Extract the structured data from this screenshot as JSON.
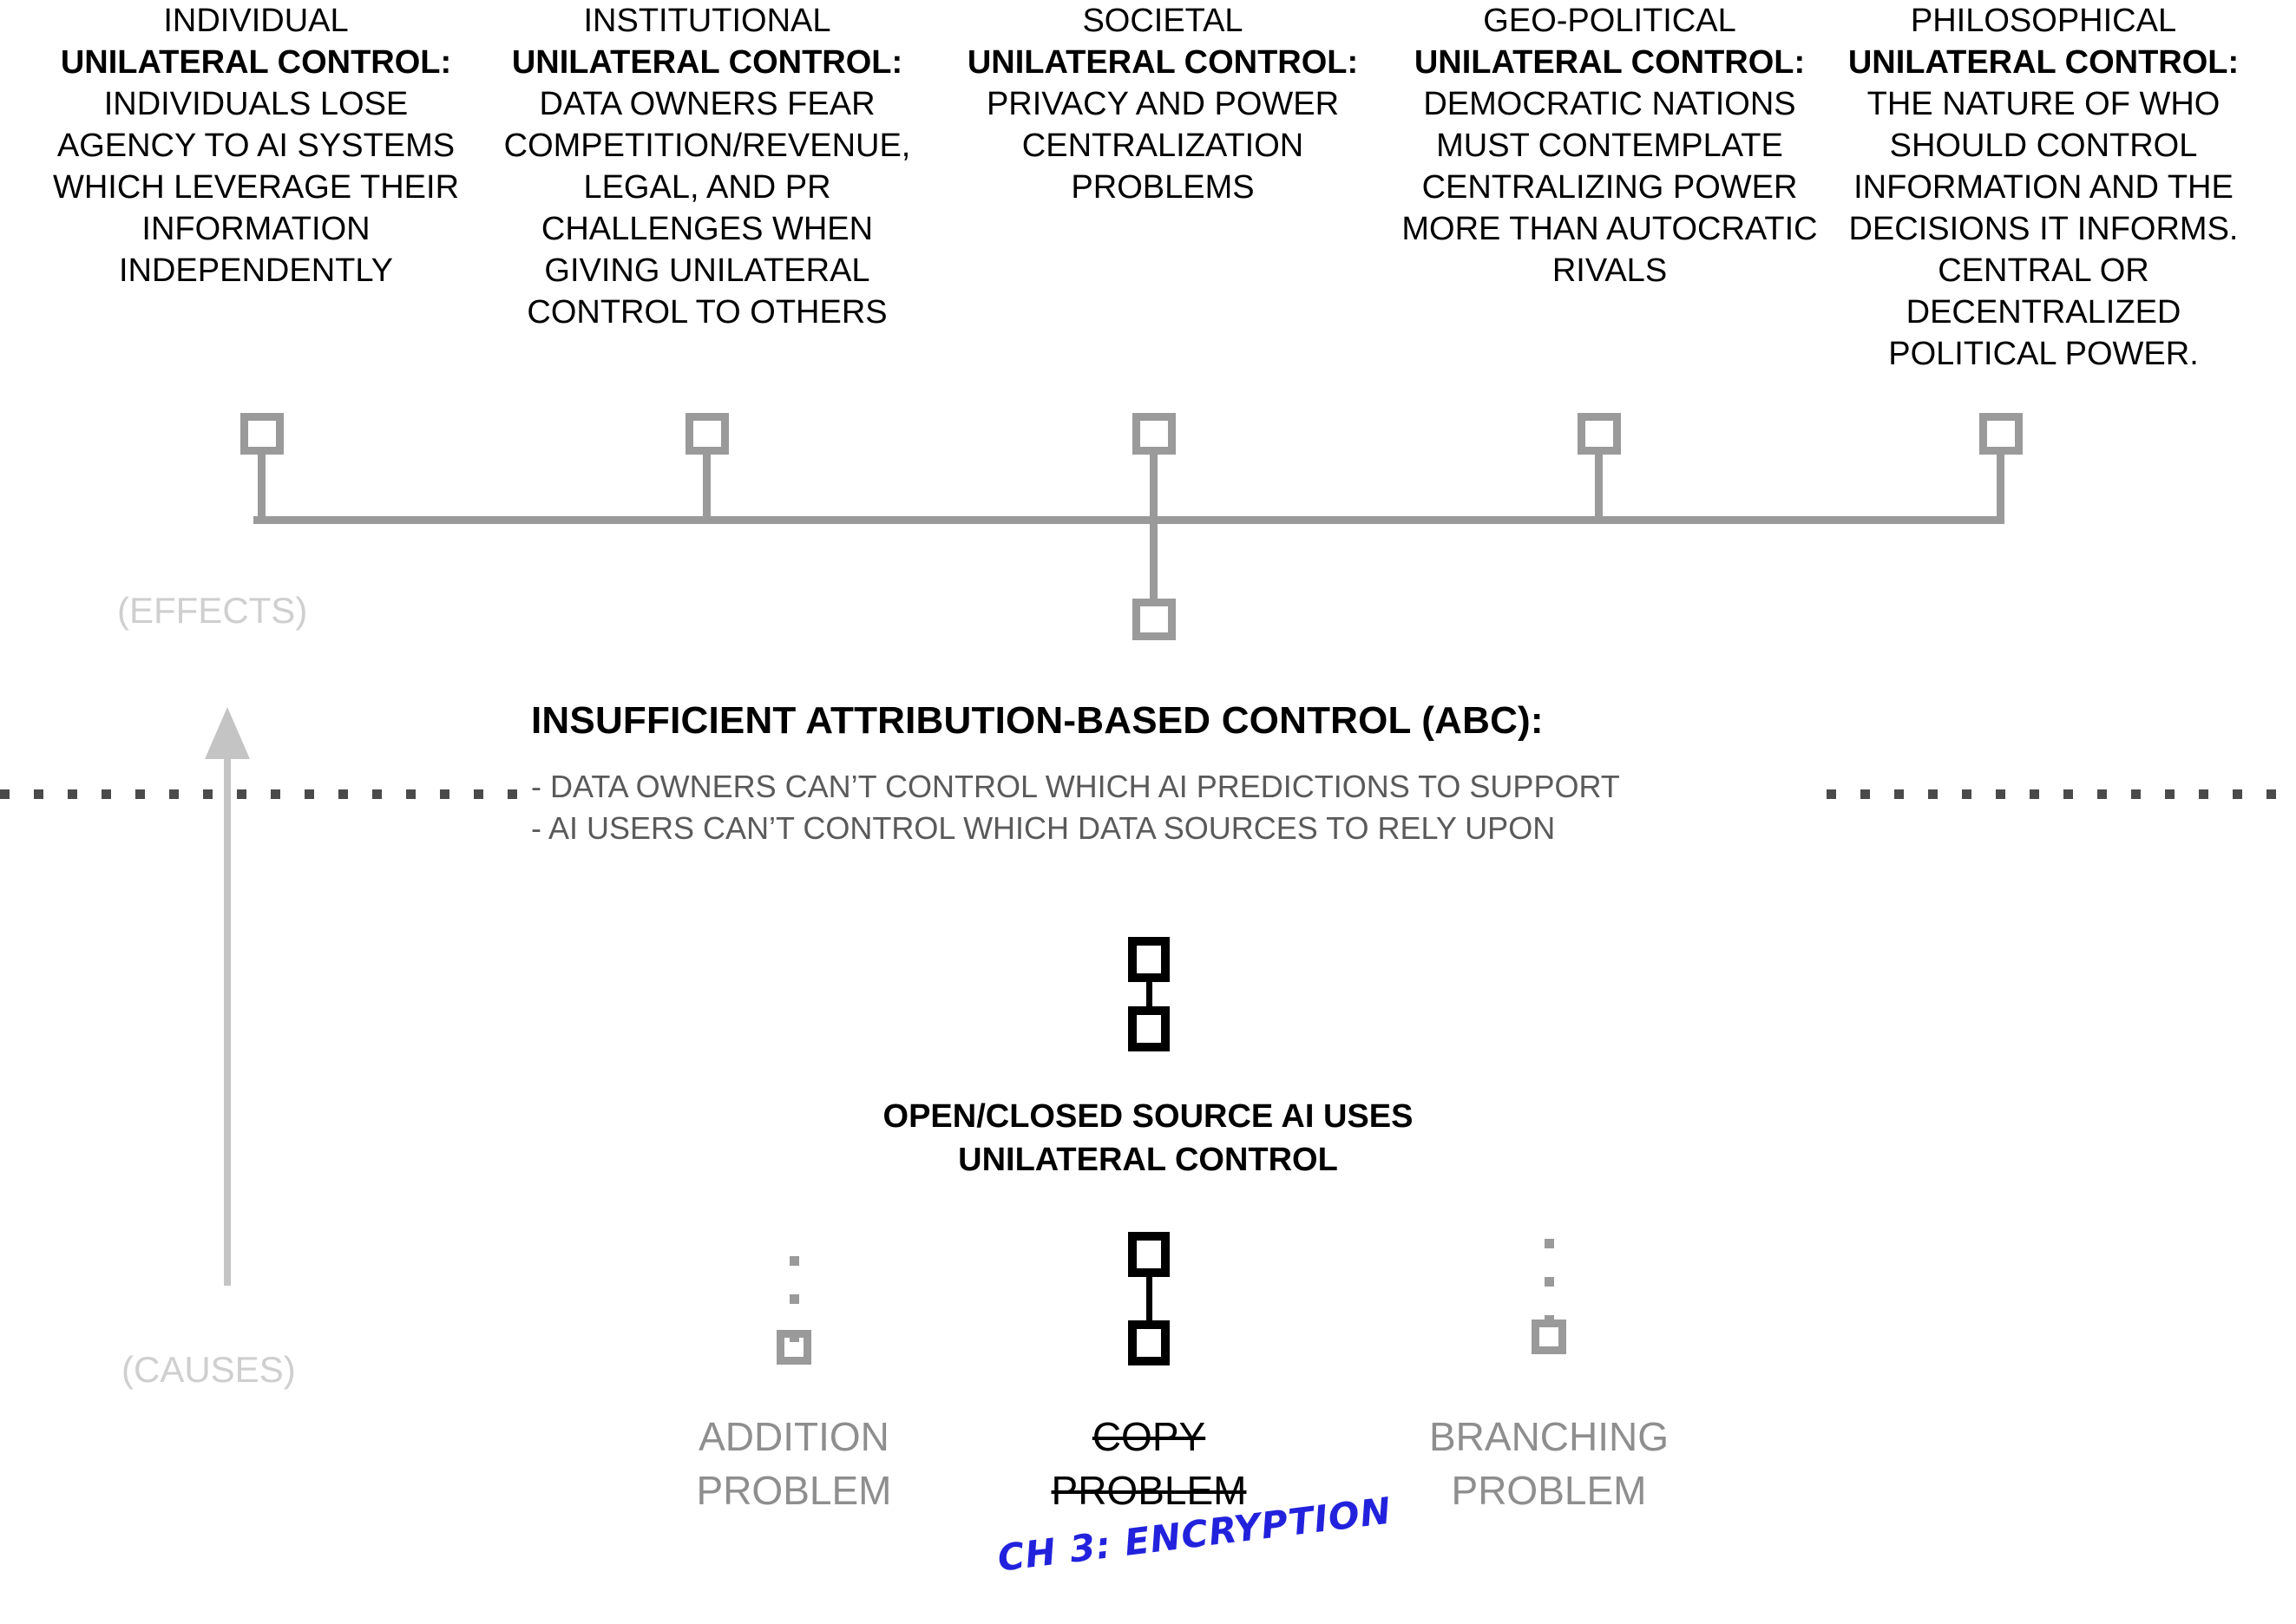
{
  "diagram": {
    "effects_axis_label": "(EFFECTS)",
    "causes_axis_label": "(CAUSES)",
    "effect_columns": [
      {
        "scope": "INDIVIDUAL",
        "heading": "UNILATERAL CONTROL:",
        "body": "INDIVIDUALS LOSE AGENCY TO AI SYSTEMS WHICH LEVERAGE THEIR INFORMATION INDEPENDENTLY"
      },
      {
        "scope": "INSTITUTIONAL",
        "heading": "UNILATERAL CONTROL:",
        "body": "DATA OWNERS FEAR COMPETITION/REVENUE, LEGAL, AND PR CHALLENGES WHEN GIVING UNILATERAL CONTROL TO OTHERS"
      },
      {
        "scope": "SOCIETAL",
        "heading": "UNILATERAL CONTROL:",
        "body": "PRIVACY AND POWER CENTRALIZATION PROBLEMS"
      },
      {
        "scope": "GEO-POLITICAL",
        "heading": "UNILATERAL CONTROL:",
        "body": "DEMOCRATIC NATIONS MUST CONTEMPLATE CENTRALIZING POWER MORE THAN AUTOCRATIC RIVALS"
      },
      {
        "scope": "PHILOSOPHICAL",
        "heading": "UNILATERAL CONTROL:",
        "body": "THE NATURE OF WHO SHOULD CONTROL INFORMATION AND THE DECISIONS IT INFORMS. CENTRAL OR DECENTRALIZED POLITICAL POWER."
      }
    ],
    "core": {
      "title": "INSUFFICIENT ATTRIBUTION-BASED CONTROL (ABC):",
      "bullets": [
        "- DATA OWNERS CAN’T CONTROL WHICH AI PREDICTIONS TO SUPPORT",
        "- AI USERS CAN’T CONTROL WHICH DATA SOURCES TO RELY UPON"
      ]
    },
    "center_caption": {
      "line1": "OPEN/CLOSED SOURCE AI USES",
      "line2": "UNILATERAL CONTROL"
    },
    "problems": [
      {
        "line1": "ADDITION",
        "line2": "PROBLEM",
        "struck": false
      },
      {
        "line1": "COPY",
        "line2": "PROBLEM",
        "struck": true
      },
      {
        "line1": "BRANCHING",
        "line2": "PROBLEM",
        "struck": false
      }
    ],
    "annotation": "CH 3: ENCRYPTION",
    "colors": {
      "connector_gray": "#9a9a9a",
      "axis_label_gray": "#cfcfcf",
      "bullet_gray": "#5a5a5a",
      "problem_gray": "#8e8e8e",
      "annotation_blue": "#2222dd",
      "node_black": "#000000",
      "background": "#ffffff"
    }
  }
}
